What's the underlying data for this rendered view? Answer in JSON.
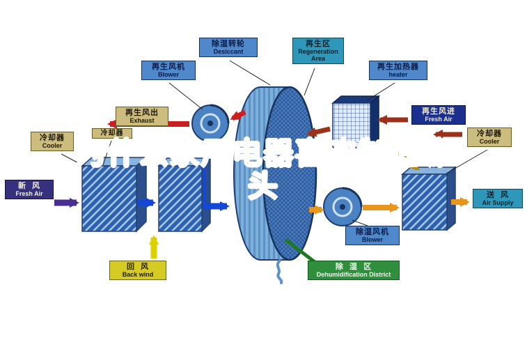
{
  "watermark": {
    "line1": "为什么家用电器喜欢制造噱",
    "line2": "头"
  },
  "labels": {
    "cooler_left": {
      "zh": "冷却器",
      "en": "Cooler"
    },
    "cooler_mid": {
      "zh": "冷却器"
    },
    "fresh_air_left": {
      "zh": "新  风",
      "en": "Fresh Air"
    },
    "blower_top": {
      "zh": "再生风机",
      "en": "Blower"
    },
    "exhaust": {
      "zh": "再生风出",
      "en": "Exhaust"
    },
    "desiccant": {
      "zh": "除湿转轮",
      "en": "Desiccant"
    },
    "regeneration_area": {
      "zh": "再生区",
      "en": "Regeneration Area"
    },
    "heater": {
      "zh": "再生加热器",
      "en": "heater"
    },
    "fresh_air_right": {
      "zh": "再生风进",
      "en": "Fresh Air"
    },
    "cooler_right": {
      "zh": "冷却器",
      "en": "Cooler"
    },
    "air_supply": {
      "zh": "送  风",
      "en": "Air Supply"
    },
    "blower_bottom": {
      "zh": "除湿风机",
      "en": "Blower"
    },
    "dehumidification_district": {
      "zh": "除  湿  区",
      "en": "Dehumidification District"
    },
    "back_wind": {
      "zh": "回  风",
      "en": "Back wind"
    }
  },
  "colors": {
    "watermark": "#f2b705",
    "arrow_blue": "#1446d8",
    "arrow_purple": "#4a2d91",
    "arrow_red": "#cc1f1f",
    "arrow_maroon": "#9c3018",
    "arrow_orange": "#e8951e",
    "arrow_olive": "#b8860b",
    "arrow_yellow": "#ddd000",
    "line_green": "#1e7a1e",
    "component_blue": "#4a82c4"
  }
}
